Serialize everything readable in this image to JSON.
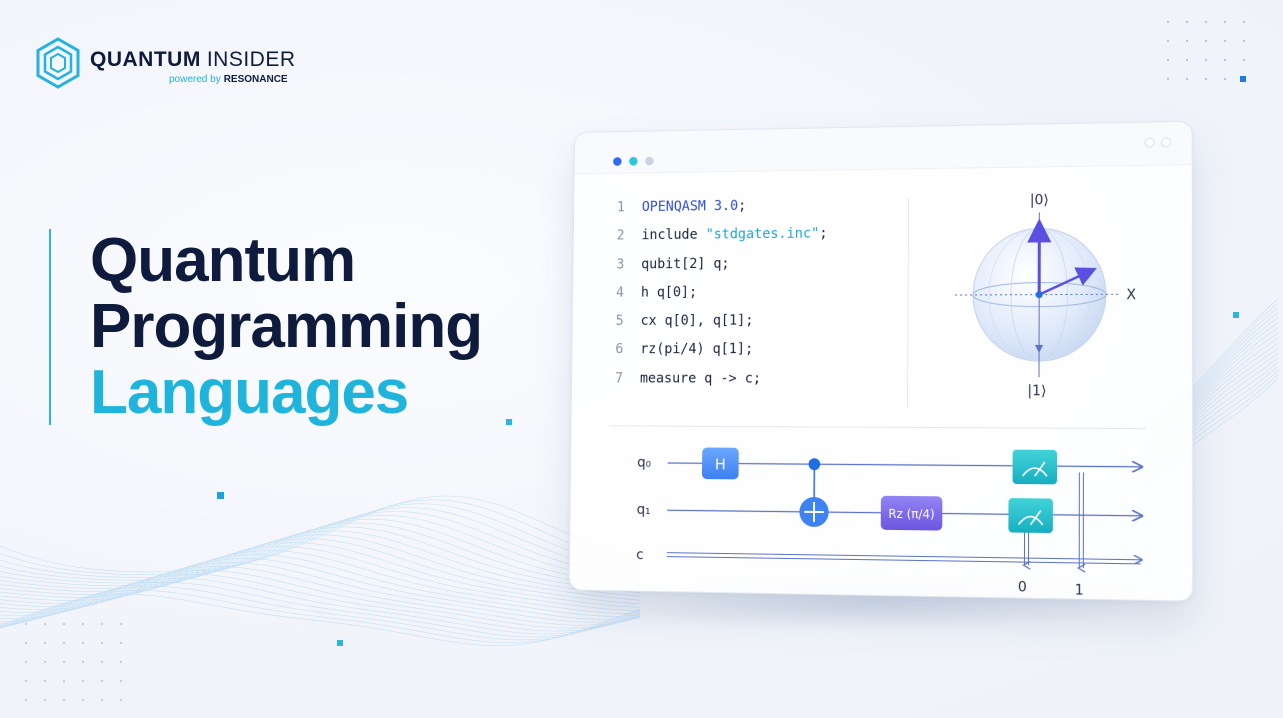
{
  "brand": {
    "name_bold": "QUANTUM",
    "name_light": "INSIDER",
    "powered_prefix": "powered by",
    "powered_brand": "RESONANCE",
    "logo_icon": "hexagon-logo-icon"
  },
  "headline": {
    "line1": "Quantum",
    "line2": "Programming",
    "line3": "Languages"
  },
  "colors": {
    "navy": "#0f1b3d",
    "accent_cyan": "#1fb4db",
    "code_keyword": "#2f4bd8",
    "code_string": "#1aa6d6",
    "gate_h": "#4b8df2",
    "gate_rz": "#7a63e6",
    "measure": "#20bcc9"
  },
  "editor": {
    "lines": [
      {
        "num": "1",
        "kw": "OPENQASM 3.0",
        "rest": ";"
      },
      {
        "num": "2",
        "plain": "include ",
        "str": "\"stdgates.inc\"",
        "rest": ";"
      },
      {
        "num": "3",
        "plain": "qubit[2] q;"
      },
      {
        "num": "4",
        "plain": "h q[0];"
      },
      {
        "num": "5",
        "plain": "cx q[0], q[1];"
      },
      {
        "num": "6",
        "plain": "rz(pi/4) q[1];"
      },
      {
        "num": "7",
        "plain": "measure q -> c;"
      }
    ]
  },
  "bloch": {
    "top_label": "|0⟩",
    "bottom_label": "|1⟩",
    "x_label": "X"
  },
  "circuit": {
    "q0_label": "q₀",
    "q1_label": "q₁",
    "c_label": "c",
    "h_gate": "H",
    "rz_gate": "Rz (π/4)",
    "bit0": "0",
    "bit1": "1"
  }
}
